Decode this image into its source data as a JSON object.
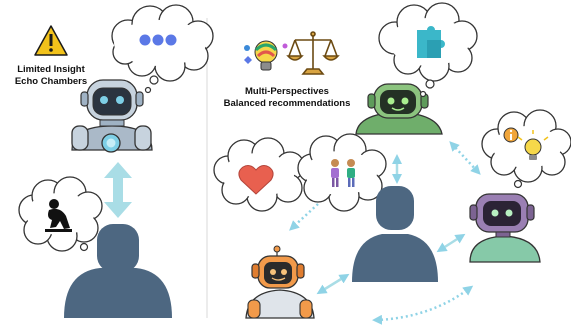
{
  "left_panel": {
    "caption_line1": "Limited Insight",
    "caption_line2": "Echo Chambers",
    "thought_bubble_icon": "ellipsis-dots-icon",
    "warning_icon": "warning-icon",
    "person_bubble_icon": "sad-person-icon"
  },
  "right_panel": {
    "caption_line1": "Multi-Perspectives",
    "caption_line2": "Balanced recommendations",
    "header_icons": [
      "idea-lightbulb-icon",
      "balance-scale-icon"
    ],
    "bubble_icons": [
      "puzzle-icon",
      "heart-icon",
      "couple-icon",
      "info-lightbulb-icon"
    ]
  },
  "colors": {
    "silhouette": "#4d6781",
    "arrow": "#a9dde6",
    "dotted_arrow": "#8fd3e6",
    "robot_plain": "#9fb2c4",
    "robot_green": "#6fae6b",
    "robot_orange": "#f29a4a",
    "robot_purple": "#9a7fb3",
    "heart": "#e8604f",
    "warning": "#f2c21b",
    "puzzle": "#3bb7c9"
  }
}
